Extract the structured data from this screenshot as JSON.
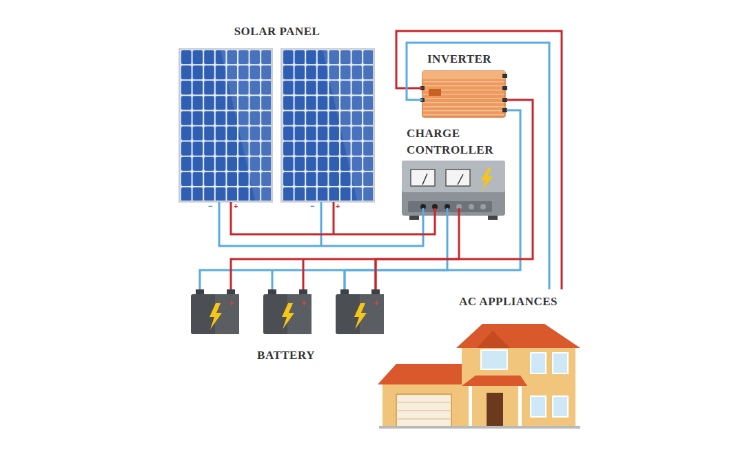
{
  "diagram": {
    "nodes": [
      {
        "text": [
          "SOLAR PANEL"
        ]
      },
      {
        "text": [
          "INVERTER"
        ]
      },
      {
        "text": [
          "CHARGE CONTROLLER"
        ]
      },
      {
        "text": [
          "BATTERY"
        ]
      },
      {
        "text": [
          "AC APPLIANCES"
        ]
      }
    ],
    "edges": [
      {
        "from": 0,
        "to": 2,
        "arrow": "none"
      },
      {
        "from": 2,
        "to": 3,
        "arrow": "none"
      },
      {
        "from": 3,
        "to": 1,
        "arrow": "none"
      },
      {
        "from": 1,
        "to": 4,
        "arrow": "none"
      }
    ],
    "labels": [
      "−",
      "+",
      "−",
      "+",
      "+",
      "+",
      "+"
    ]
  }
}
